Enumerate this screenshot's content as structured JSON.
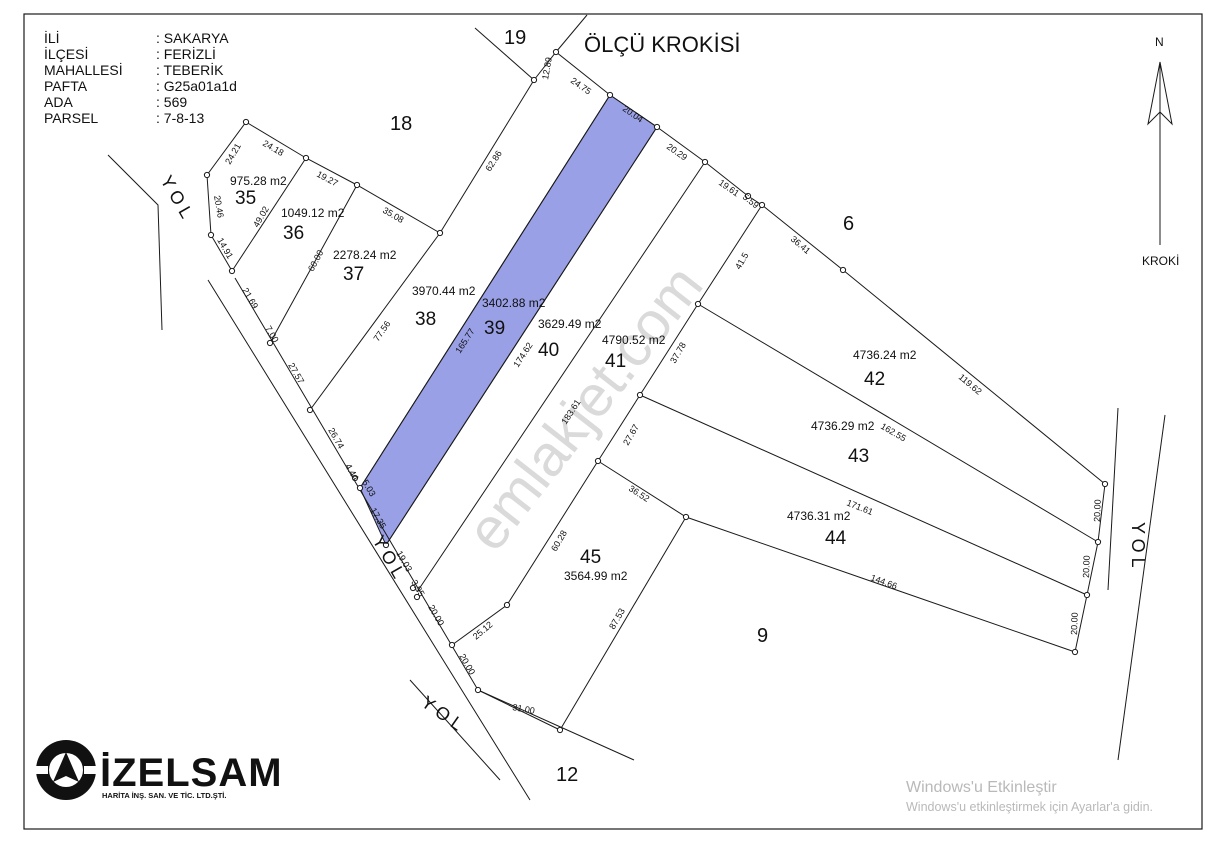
{
  "info": {
    "rows": [
      {
        "key": "İLİ",
        "value": ": SAKARYA"
      },
      {
        "key": "İLÇESİ",
        "value": ": FERİZLİ"
      },
      {
        "key": "MAHALLESİ",
        "value": ": TEBERİK"
      },
      {
        "key": "PAFTA",
        "value": ": G25a01a1d"
      },
      {
        "key": "ADA",
        "value": ": 569"
      },
      {
        "key": "PARSEL",
        "value": ": 7-8-13"
      }
    ]
  },
  "title": "ÖLÇÜ KROKİSİ",
  "north": {
    "letter": "N",
    "label": "KROKİ"
  },
  "roads": {
    "left": "Y O L",
    "lower_left": "Y O L",
    "bottom": "Y O L",
    "right": "Y O L"
  },
  "neighbors": {
    "n18": "18",
    "n19": "19",
    "n6": "6",
    "n9": "9",
    "n12": "12"
  },
  "parcels": [
    {
      "no": "35",
      "area": "975.28 m2"
    },
    {
      "no": "36",
      "area": "1049.12 m2"
    },
    {
      "no": "37",
      "area": "2278.24 m2"
    },
    {
      "no": "38",
      "area": "3970.44 m2"
    },
    {
      "no": "39",
      "area": "3402.88 m2",
      "highlight": true
    },
    {
      "no": "40",
      "area": "3629.49 m2"
    },
    {
      "no": "41",
      "area": "4790.52 m2"
    },
    {
      "no": "42",
      "area": "4736.24 m2"
    },
    {
      "no": "43",
      "area": "4736.29 m2"
    },
    {
      "no": "44",
      "area": "4736.31 m2"
    },
    {
      "no": "45",
      "area": "3564.99 m2"
    }
  ],
  "dims": {
    "d_12_89": "12.89",
    "d_24_75": "24.75",
    "d_20_04": "20.04",
    "d_20_29": "20.29",
    "d_19_61": "19.61",
    "d_5_59": "5.59",
    "d_36_41": "36.41",
    "d_119_62": "119.62",
    "d_20_00_r1": "20.00",
    "d_20_00_r2": "20.00",
    "d_20_00_r3": "20.00",
    "d_24_21": "24.21",
    "d_24_18": "24.18",
    "d_19_27": "19.27",
    "d_35_08": "35.08",
    "d_20_46": "20.46",
    "d_14_91": "14.91",
    "d_49_02": "49.02",
    "d_60_00": "60.00",
    "d_77_56": "77.56",
    "d_62_86": "62.86",
    "d_165_77": "165.77",
    "d_174_62": "174.62",
    "d_183_61": "183.61",
    "d_21_69": "21.69",
    "d_7_00": "7.00",
    "d_27_57": "27.57",
    "d_26_74": "26.74",
    "d_4_44": "4.44",
    "d_5_03": "5.03",
    "d_17_35": "17.35",
    "d_19_03": "19.03",
    "d_3_95": "3.95",
    "d_20_00_l1": "20.00",
    "d_20_00_l2": "20.00",
    "d_25_12": "25.12",
    "d_60_28": "60.28",
    "d_27_67": "27.67",
    "d_37_78": "37.78",
    "d_41_5": "41.5",
    "d_36_52": "36.52",
    "d_87_53": "87.53",
    "d_31_00": "31.00",
    "d_162_55": "162.55",
    "d_171_61": "171.61",
    "d_144_66": "144.66"
  },
  "watermark": "emlakjet.com",
  "logo": {
    "name": "İZELSAM",
    "subtitle": "HARİTA  İNŞ. SAN. VE TİC. LTD.ŞTİ."
  },
  "windows": {
    "title": "Windows'u Etkinleştir",
    "subtitle": "Windows'u etkinleştirmek için Ayarlar'a gidin."
  },
  "colors": {
    "highlight": "#9aa0e6",
    "line": "#1a1a1a",
    "watermark": "#d6d6d6"
  }
}
